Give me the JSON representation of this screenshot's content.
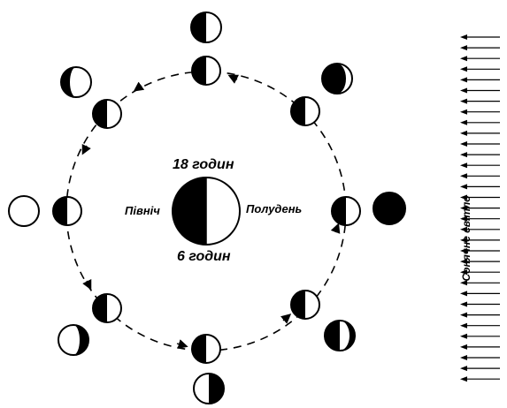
{
  "center": {
    "top_label": "18 годин",
    "bottom_label": "6 годин",
    "left_label": "Північ",
    "right_label": "Полудень"
  },
  "sunlight_label": "Сонячне світло",
  "orbit_positions": [
    {
      "name": "top",
      "orbit_lit": "right",
      "phase": "first-quarter"
    },
    {
      "name": "top-right",
      "orbit_lit": "right",
      "phase": "waxing-crescent"
    },
    {
      "name": "right",
      "orbit_lit": "right",
      "phase": "new-moon"
    },
    {
      "name": "bottom-right",
      "orbit_lit": "right",
      "phase": "waning-crescent"
    },
    {
      "name": "bottom",
      "orbit_lit": "right",
      "phase": "last-quarter"
    },
    {
      "name": "bottom-left",
      "orbit_lit": "right",
      "phase": "waning-gibbous"
    },
    {
      "name": "left",
      "orbit_lit": "right",
      "phase": "full-moon"
    },
    {
      "name": "top-left",
      "orbit_lit": "right",
      "phase": "waxing-gibbous"
    }
  ],
  "colors": {
    "ink": "#000000",
    "paper": "#ffffff"
  }
}
